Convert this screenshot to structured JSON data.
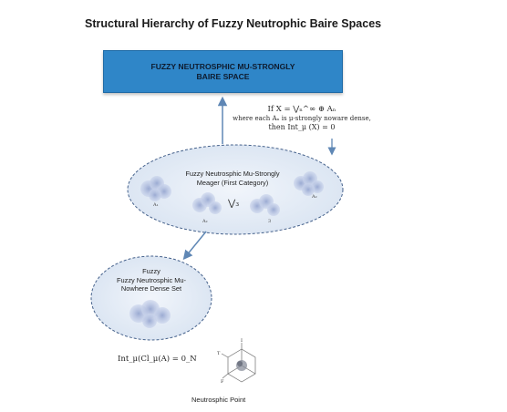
{
  "title": "Structural Hierarchy of Fuzzy Neutrophic Baire Spaces",
  "top_box": {
    "line1": "FUZZY NEUTROSPHIC MU-STRONGLY",
    "line2": "BAIRE SPACE"
  },
  "formula1": {
    "main": "If X = ⋁ₙ^∞ ⊕ Aₙ",
    "sub": "where each Aₙ is μ-strongly noware dense,",
    "conclusion": "then Int_μ (X) = 0"
  },
  "middle_ellipse": {
    "line1": "Fuzzy Neutrosphic Mu-Strongly",
    "line2": "Meager (First Category)",
    "label_a1": "A₁",
    "label_a2": "A₂",
    "label_a2_right": "A₂",
    "label_v3": "⋁₃",
    "label_3": "3"
  },
  "bottom_ellipse": {
    "line1": "Fuzzy",
    "line2": "Fuzzy Neutrosphic Mu-",
    "line3": "Nowhere Dense Set"
  },
  "formula2": "Int_μ(Cl_μ(A) = 0_N",
  "neutrosophic_point": {
    "label": "Neutrosphic Point",
    "axis_t": "T",
    "axis_i": "I",
    "axis_f": "F"
  },
  "colors": {
    "box_fill": "#2f86c8",
    "ellipse_fill": "#e3ebf5",
    "ellipse_border": "#46628c",
    "arrow": "#5f87b5"
  }
}
